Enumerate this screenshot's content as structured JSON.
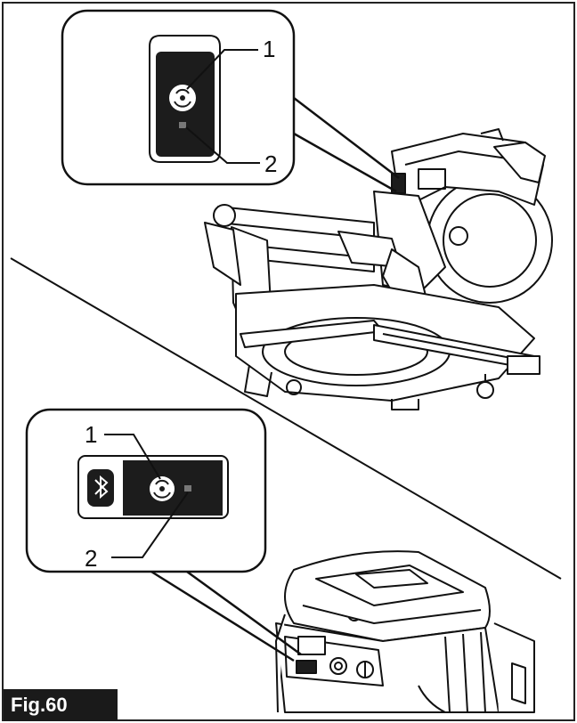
{
  "figure": {
    "label": "Fig.60",
    "callouts": {
      "top_1": "1",
      "top_2": "2",
      "bottom_1": "1",
      "bottom_2": "2"
    },
    "icons": {
      "top_button": "wireless-activation-button-icon",
      "top_lamp": "indicator-lamp",
      "bottom_bluetooth": "bluetooth-icon",
      "bottom_button": "wireless-activation-button-icon",
      "bottom_lamp": "indicator-lamp"
    },
    "colors": {
      "line": "#111111",
      "panel": "#1c1c1c",
      "background": "#ffffff"
    }
  }
}
